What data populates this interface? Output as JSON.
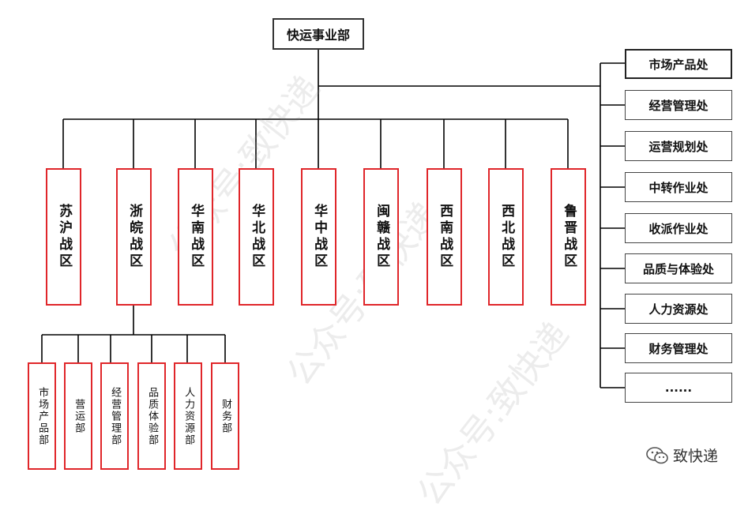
{
  "root": {
    "label": "快运事业部"
  },
  "regions": [
    {
      "label": "苏沪战区"
    },
    {
      "label": "浙皖战区"
    },
    {
      "label": "华南战区"
    },
    {
      "label": "华北战区"
    },
    {
      "label": "华中战区"
    },
    {
      "label": "闽赣战区"
    },
    {
      "label": "西南战区"
    },
    {
      "label": "西北战区"
    },
    {
      "label": "鲁晋战区"
    }
  ],
  "departments": [
    {
      "label": "市场产品部"
    },
    {
      "label": "营运部"
    },
    {
      "label": "经营管理部"
    },
    {
      "label": "品质体验部"
    },
    {
      "label": "人力资源部"
    },
    {
      "label": "财务部"
    }
  ],
  "offices": [
    {
      "label": "市场产品处"
    },
    {
      "label": "经营管理处"
    },
    {
      "label": "运营规划处"
    },
    {
      "label": "中转作业处"
    },
    {
      "label": "收派作业处"
    },
    {
      "label": "品质与体验处"
    },
    {
      "label": "人力资源处"
    },
    {
      "label": "财务管理处"
    },
    {
      "label": "......"
    }
  ],
  "watermark": "公众号:致快递",
  "brand": "致快递",
  "colors": {
    "region_border": "#e0262a",
    "line": "#000000"
  }
}
